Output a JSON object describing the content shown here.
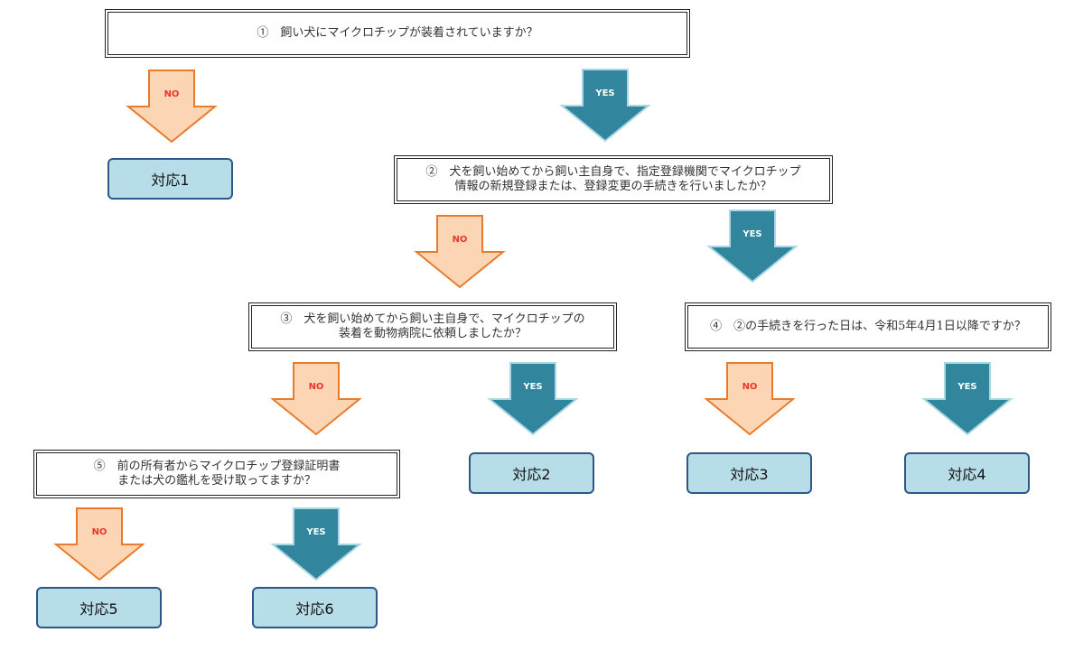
{
  "questions": {
    "q1": {
      "lines": [
        "①　飼い犬にマイクロチップが装着されていますか？"
      ]
    },
    "q2": {
      "lines": [
        "②　犬を飼い始めてから飼い主自身で、指定登録機関でマイクロチップ",
        "情報の新規登録または、登録変更の手続きを行いましたか？"
      ]
    },
    "q3": {
      "lines": [
        "③　犬を飼い始めてから飼い主自身で、マイクロチップの",
        "装着を動物病院に依頼しましたか？"
      ]
    },
    "q4": {
      "lines": [
        "④　②の手続きを行った日は、令和5年4月1日以降ですか？"
      ]
    },
    "q5": {
      "lines": [
        "⑤　前の所有者からマイクロチップ登録証明書",
        "または犬の鑑札を受け取ってますか？"
      ]
    }
  },
  "answers": {
    "no": "NO",
    "yes": "YES"
  },
  "results": {
    "r1": "対応1",
    "r2": "対応2",
    "r3": "対応3",
    "r4": "対応4",
    "r5": "対応5",
    "r6": "対応6"
  },
  "colors": {
    "no_fill": "#fcd5b5",
    "no_stroke": "#e97b2c",
    "yes_fill": "#31859c",
    "yes_stroke": "#a9d8e4",
    "result_fill": "#b7dde8",
    "result_border": "#2f5786"
  }
}
